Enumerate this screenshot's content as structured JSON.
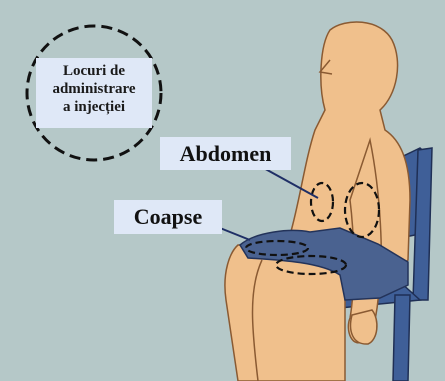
{
  "legend": {
    "lines": [
      "Locuri de",
      "administrare",
      "a injecției"
    ]
  },
  "labels": {
    "abdomen": "Abdomen",
    "thighs": "Coapse"
  },
  "colors": {
    "background": "#b5c8c8",
    "skin": "#f0c08c",
    "skin_outline": "#8a5a32",
    "shorts": "#4a6290",
    "chair": "#3f5f98",
    "label_box": "#dfe8f7",
    "dashed_outline": "#111111"
  }
}
